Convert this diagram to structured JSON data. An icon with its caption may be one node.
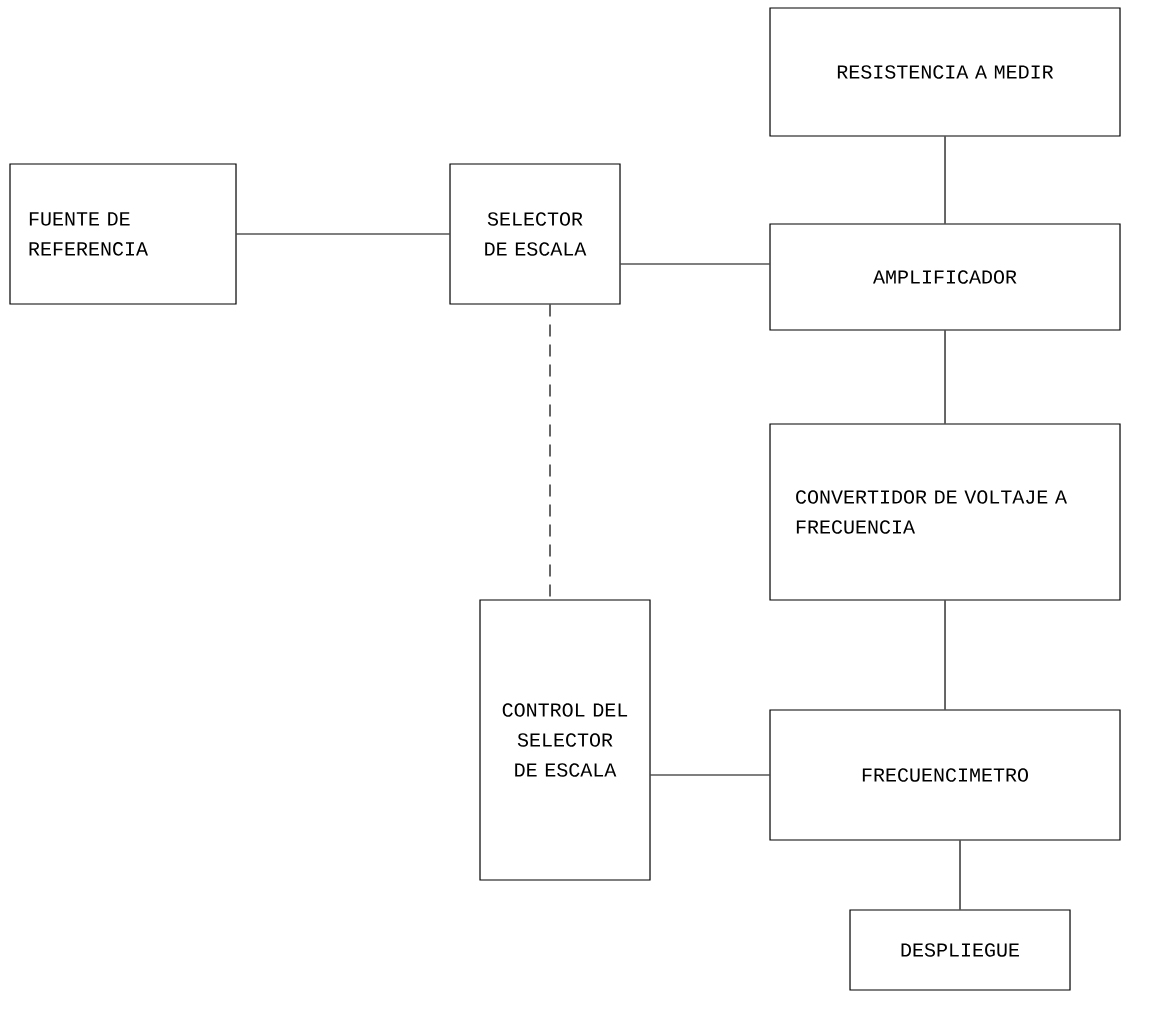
{
  "diagram": {
    "nodes": [
      {
        "text": [
          "FUENTE DE REFERENCIA"
        ]
      },
      {
        "text": [
          "SELECTOR DE ESCALA"
        ]
      },
      {
        "text": [
          "RESISTENCIA A MEDIR"
        ]
      },
      {
        "text": [
          "AMPLIFICADOR"
        ]
      },
      {
        "text": [
          "CONVERTIDOR DE VOLTAJE A FRECUENCIA"
        ]
      },
      {
        "text": [
          "CONTROL DEL SELECTOR DE ESCALA"
        ]
      },
      {
        "text": [
          "FRECUENCIMETRO"
        ]
      },
      {
        "text": [
          "DESPLIEGUE"
        ]
      }
    ],
    "edges": [
      {
        "from": 0,
        "to": 1,
        "arrow": "none"
      },
      {
        "from": 1,
        "to": 3,
        "arrow": "none"
      },
      {
        "from": 2,
        "to": 3,
        "arrow": "none"
      },
      {
        "from": 3,
        "to": 4,
        "arrow": "none"
      },
      {
        "from": 4,
        "to": 6,
        "arrow": "none"
      },
      {
        "from": 1,
        "to": 5,
        "arrow": "none",
        "style": "dashed"
      },
      {
        "from": 5,
        "to": 6,
        "arrow": "none"
      },
      {
        "from": 6,
        "to": 7,
        "arrow": "none"
      }
    ]
  }
}
